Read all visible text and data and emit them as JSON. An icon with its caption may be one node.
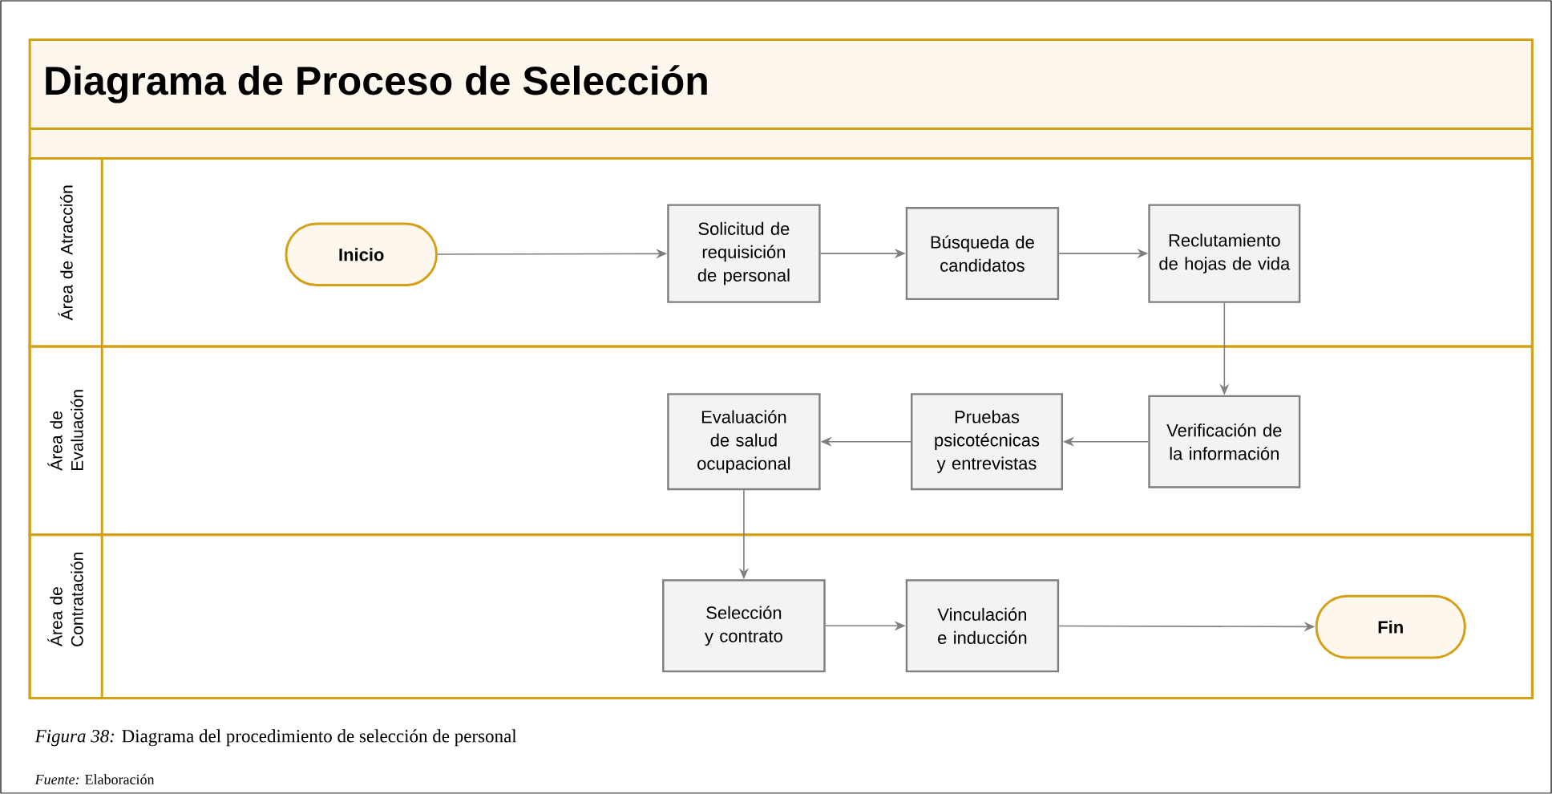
{
  "diagram": {
    "caption": "*Figura 38:* Diagrama del procedimiento de selección de personal",
    "nodes": [
      {
        "text": [
          "Diagrama de Proceso de Selección"
        ]
      },
      {
        "text": [
          "Área de Atracción"
        ],
        "in": 0
      },
      {
        "text": [
          "Área de Evaluación"
        ],
        "in": 0
      },
      {
        "text": [
          "Área de Contratación"
        ],
        "in": 0
      },
      {
        "text": [
          "Inicio"
        ],
        "in": 1
      },
      {
        "text": [
          "Solicitud de requisición de personal"
        ],
        "in": 1
      },
      {
        "text": [
          "Búsqueda de candidatos"
        ],
        "in": 1
      },
      {
        "text": [
          "Reclutamiento de hojas de vida"
        ],
        "in": 1
      },
      {
        "text": [
          "Verificación de la información"
        ],
        "in": 2
      },
      {
        "text": [
          "Pruebas psicotécnicas y entrevistas"
        ],
        "in": 2
      },
      {
        "text": [
          "Evaluación de salud ocupacional"
        ],
        "in": 2
      },
      {
        "text": [
          "Selección y contrato"
        ],
        "in": 3
      },
      {
        "text": [
          "Vinculación e inducción"
        ],
        "in": 3
      },
      {
        "text": [
          "Fin"
        ],
        "in": 3
      }
    ],
    "edges": [
      {
        "from": 4,
        "to": 5,
        "arrow": "to"
      },
      {
        "from": 5,
        "to": 6,
        "arrow": "to"
      },
      {
        "from": 6,
        "to": 7,
        "arrow": "to"
      },
      {
        "from": 7,
        "to": 8,
        "arrow": "to"
      },
      {
        "from": 8,
        "to": 9,
        "arrow": "to"
      },
      {
        "from": 9,
        "to": 10,
        "arrow": "to"
      },
      {
        "from": 10,
        "to": 11,
        "arrow": "to"
      },
      {
        "from": 11,
        "to": 12,
        "arrow": "to"
      },
      {
        "from": 12,
        "to": 13,
        "arrow": "to"
      }
    ],
    "labels": [
      "*Fuente:* Elaboración"
    ]
  }
}
